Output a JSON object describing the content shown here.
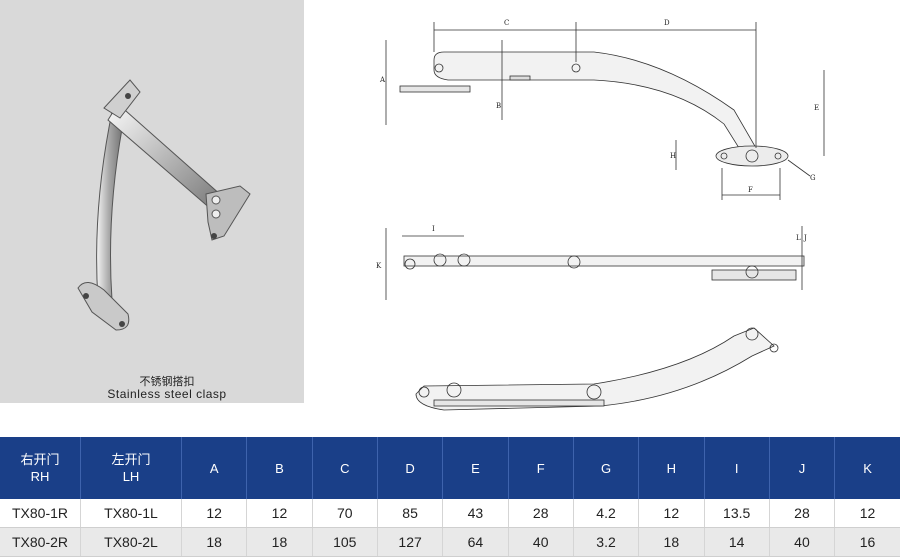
{
  "photo": {
    "caption_cn": "不锈钢搭扣",
    "caption_en": "Stainless steel clasp"
  },
  "drawing_labels": [
    "A",
    "B",
    "C",
    "D",
    "E",
    "F",
    "G",
    "H",
    "I",
    "J",
    "K",
    "L"
  ],
  "table": {
    "headers": [
      {
        "line1": "右开门",
        "line2": "RH"
      },
      {
        "line1": "左开门",
        "line2": "LH"
      },
      {
        "line1": "A"
      },
      {
        "line1": "B"
      },
      {
        "line1": "C"
      },
      {
        "line1": "D"
      },
      {
        "line1": "E"
      },
      {
        "line1": "F"
      },
      {
        "line1": "G"
      },
      {
        "line1": "H"
      },
      {
        "line1": "I"
      },
      {
        "line1": "J"
      },
      {
        "line1": "K"
      }
    ],
    "rows": [
      [
        "TX80-1R",
        "TX80-1L",
        "12",
        "12",
        "70",
        "85",
        "43",
        "28",
        "4.2",
        "12",
        "13.5",
        "28",
        "12"
      ],
      [
        "TX80-2R",
        "TX80-2L",
        "18",
        "18",
        "105",
        "127",
        "64",
        "40",
        "3.2",
        "18",
        "14",
        "40",
        "16"
      ]
    ]
  },
  "colors": {
    "header_bg": "#1a3f88",
    "photo_bg": "#d9d9d9",
    "alt_row_bg": "#e9e9e9"
  }
}
